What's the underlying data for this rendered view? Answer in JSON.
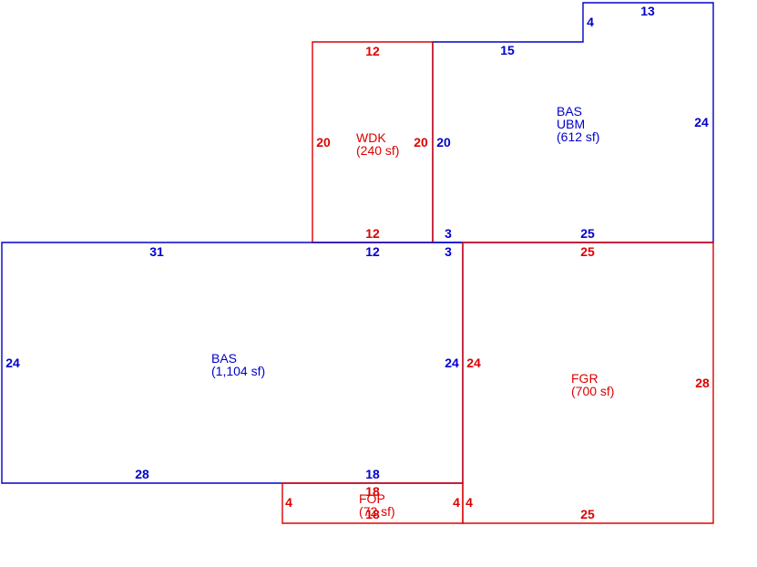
{
  "colors": {
    "blue": "#0000cc",
    "red": "#dd0000"
  },
  "areas": {
    "bas_ubm": {
      "name1": "BAS",
      "name2": "UBM",
      "area": "(612 sf)"
    },
    "wdk": {
      "name": "WDK",
      "area": "(240 sf)"
    },
    "bas": {
      "name": "BAS",
      "area": "(1,104 sf)"
    },
    "fgr": {
      "name": "FGR",
      "area": "(700 sf)"
    },
    "fop": {
      "name": "FOP",
      "area": "(72 sf)"
    }
  },
  "dims": {
    "ubm_top_step": "4",
    "ubm_top_right": "13",
    "ubm_top_left": "15",
    "ubm_right": "24",
    "ubm_left": "20",
    "ubm_bottom_a": "3",
    "ubm_bottom_b": "25",
    "wdk_top": "12",
    "wdk_left": "20",
    "wdk_right": "20",
    "wdk_bottom": "12",
    "bas_top_left": "31",
    "bas_top_mid": "12",
    "bas_top_right": "3",
    "bas_left": "24",
    "bas_right": "24",
    "bas_bottom_left": "28",
    "bas_bottom_right": "18",
    "fgr_top": "25",
    "fgr_left": "24",
    "fgr_right": "28",
    "fgr_bottom": "25",
    "fop_top": "18",
    "fop_bottom": "18",
    "fop_left": "4",
    "fop_right": "4",
    "fgr_left_lower": "4"
  }
}
